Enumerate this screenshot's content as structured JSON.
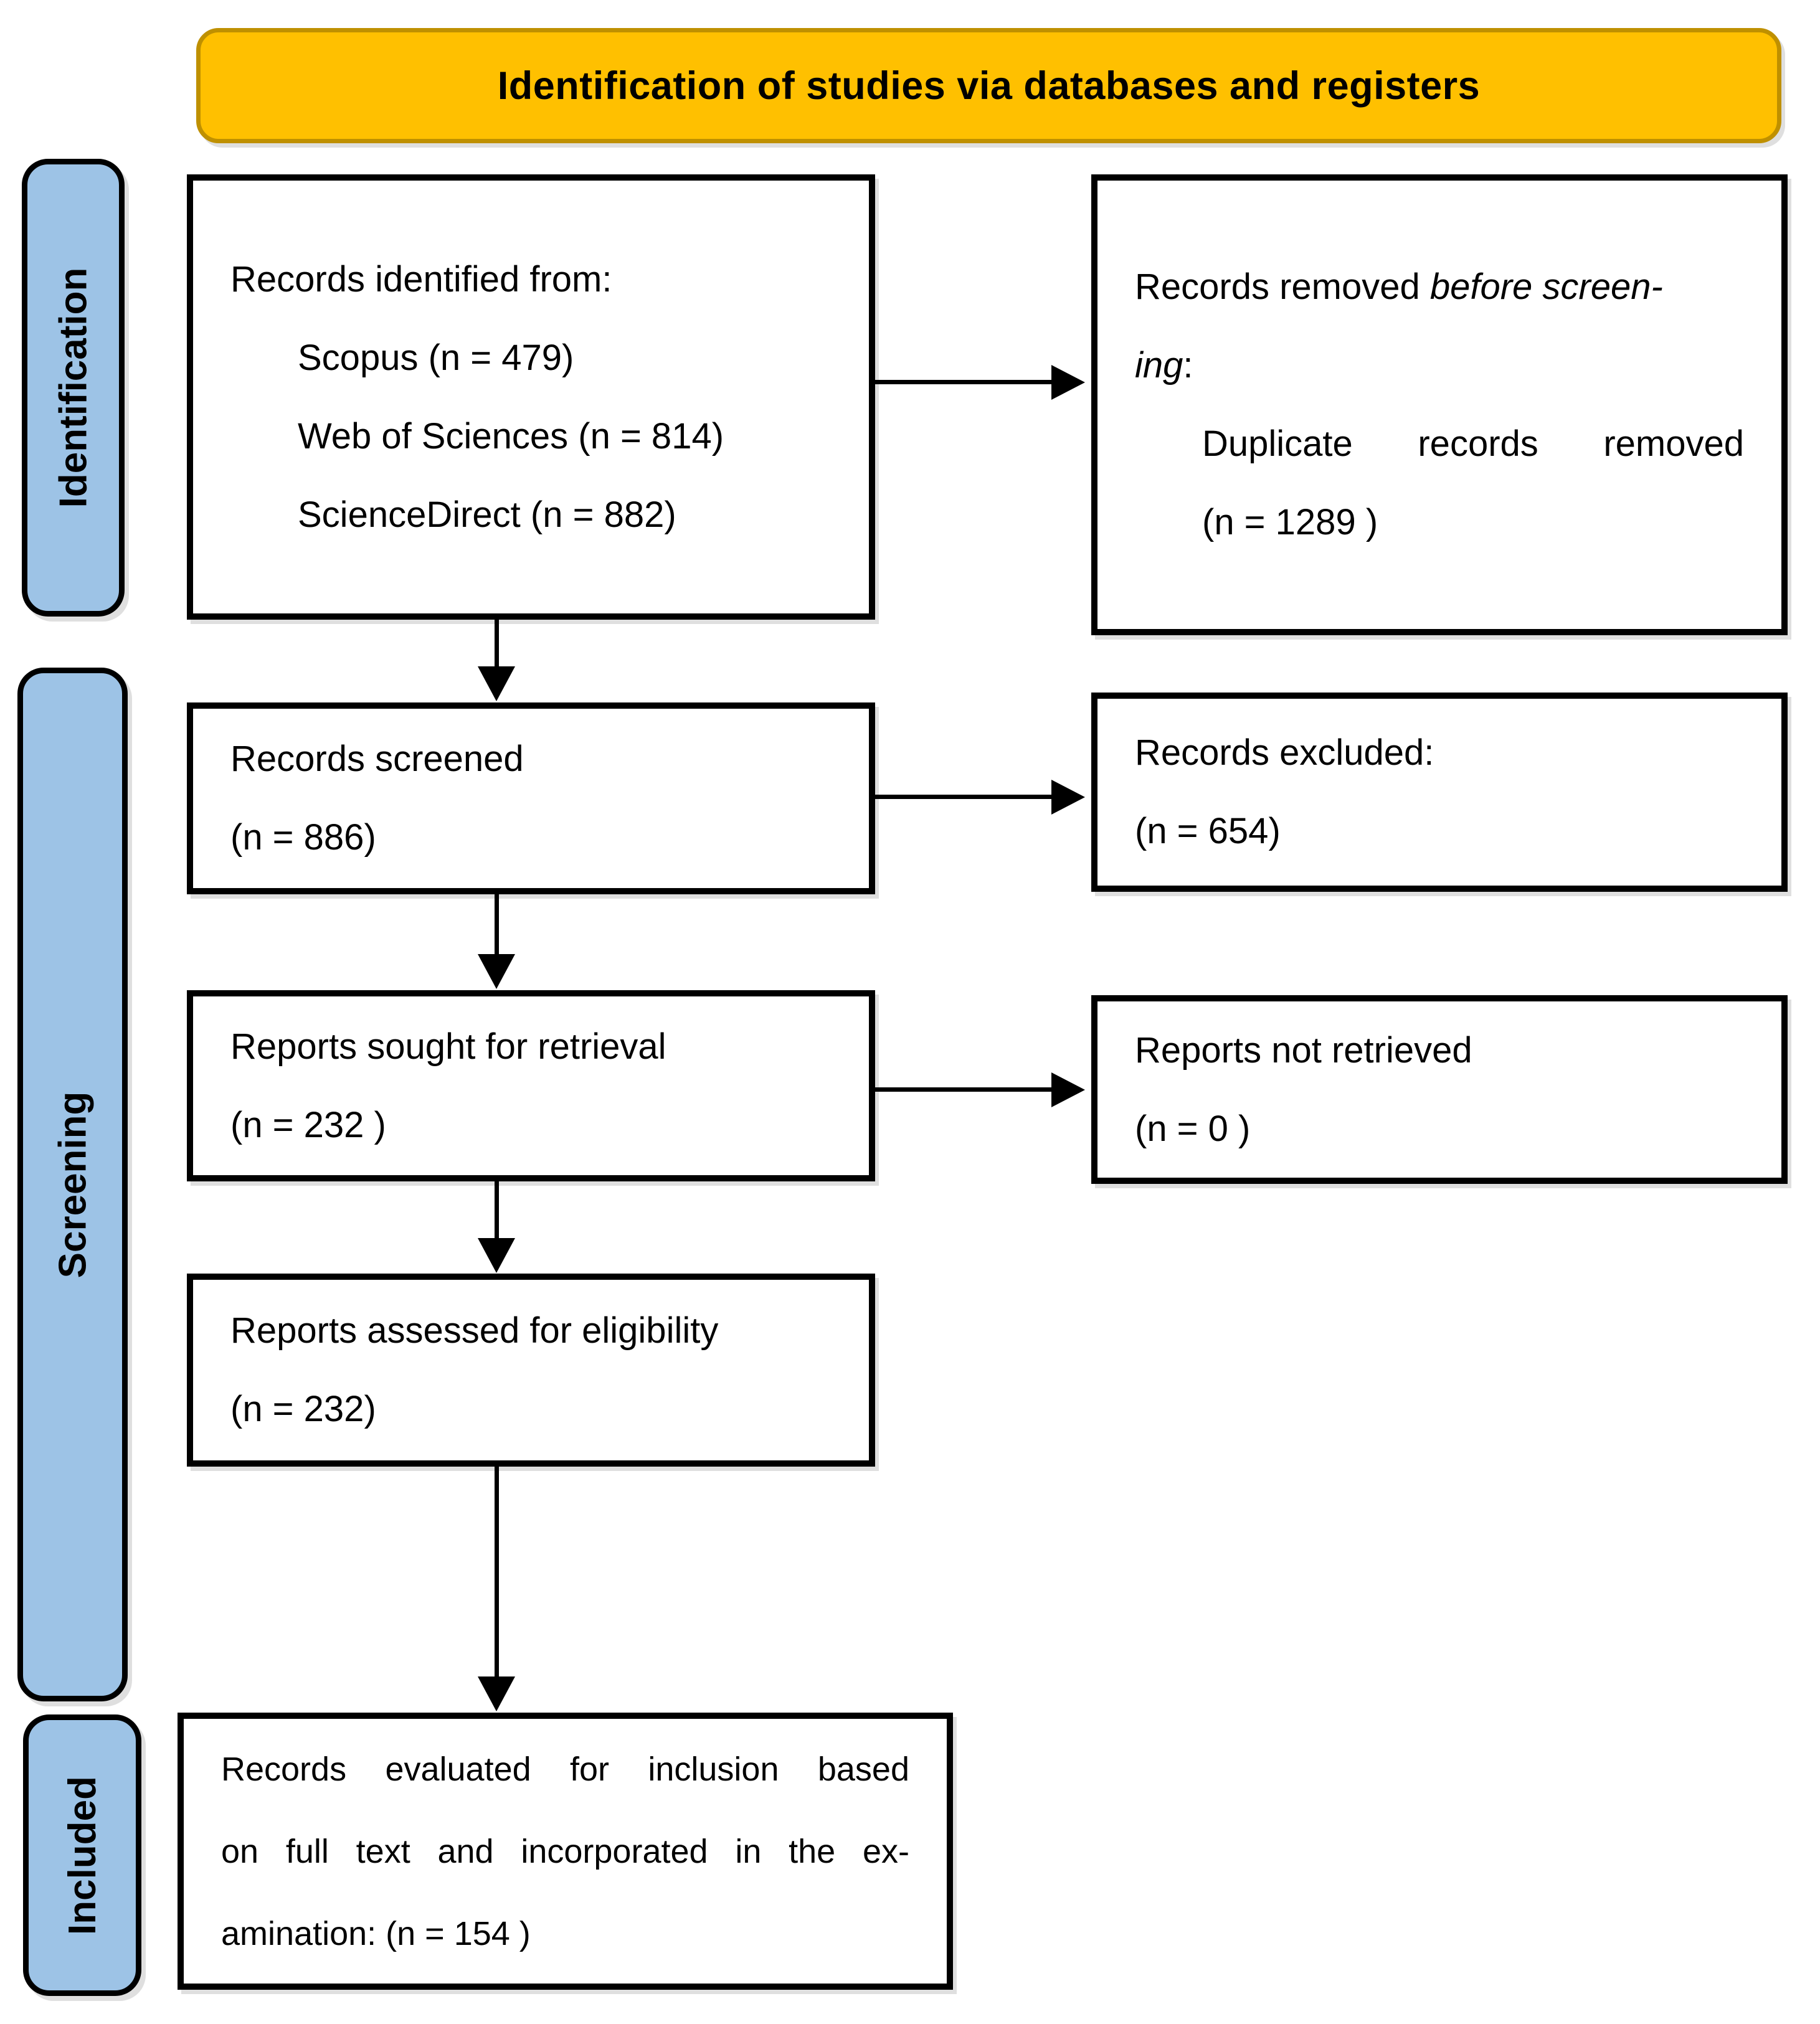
{
  "diagram": {
    "banner": {
      "title": "Identification of studies via databases and registers"
    },
    "stages": {
      "identification": "Identification",
      "screening": "Screening",
      "included": "Included"
    },
    "boxes": {
      "records_identified": {
        "intro": "Records identified from:",
        "sources": [
          "Scopus (n = 479)",
          "Web of Sciences (n = 814)",
          "ScienceDirect (n = 882)"
        ]
      },
      "records_removed": {
        "line1_regular": "Records removed ",
        "line1_italic": "before screen-",
        "line2_italic": "ing",
        "line2_suffix": ":",
        "reason": "Duplicate records removed",
        "count": "(n = 1289 )"
      },
      "records_screened": {
        "label": "Records screened",
        "count": "(n = 886)"
      },
      "records_excluded": {
        "label": "Records excluded:",
        "count": "(n = 654)"
      },
      "reports_sought": {
        "label": "Reports sought for retrieval",
        "count": "(n = 232 )"
      },
      "reports_not_retrieved": {
        "label": "Reports not retrieved",
        "count": "(n = 0 )"
      },
      "reports_assessed": {
        "label": "Reports assessed for eligibility",
        "count": "(n = 232)"
      },
      "records_included": {
        "line1": "Records evaluated for inclusion based",
        "line2": "on full text and incorporated in the ex-",
        "line3": "amination: (n = 154 )"
      }
    },
    "colors": {
      "banner_bg": "#FFC000",
      "banner_border": "#BF9000",
      "stage_bg": "#9DC3E6",
      "box_border": "#000000"
    }
  }
}
